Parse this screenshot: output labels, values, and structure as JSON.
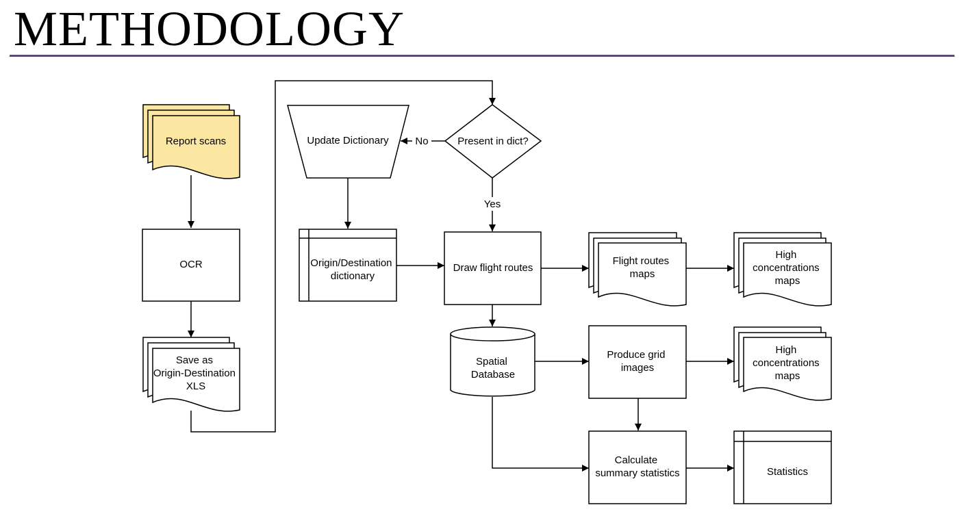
{
  "title": "METHODOLOGY",
  "colors": {
    "rule": "#5b4a72",
    "scan_fill": "#fbe7a1"
  },
  "nodes": {
    "report_scans": [
      "Report scans"
    ],
    "ocr": [
      "OCR"
    ],
    "save_xls": [
      "Save as",
      "Origin-Destination",
      "XLS"
    ],
    "update_dictionary": [
      "Update Dictionary"
    ],
    "present_in_dict": [
      "Present in dict?"
    ],
    "od_dictionary": [
      "Origin/Destination",
      "dictionary"
    ],
    "draw_routes": [
      "Draw flight routes"
    ],
    "routes_maps": [
      "Flight routes",
      "maps"
    ],
    "high_conc_1": [
      "High",
      "concentrations",
      "maps"
    ],
    "spatial_db": [
      "Spatial",
      "Database"
    ],
    "grid_images": [
      "Produce grid",
      "images"
    ],
    "high_conc_2": [
      "High",
      "concentrations",
      "maps"
    ],
    "summary_stats": [
      "Calculate",
      "summary statistics"
    ],
    "statistics": [
      "Statistics"
    ]
  },
  "edge_labels": {
    "no": "No",
    "yes": "Yes"
  }
}
